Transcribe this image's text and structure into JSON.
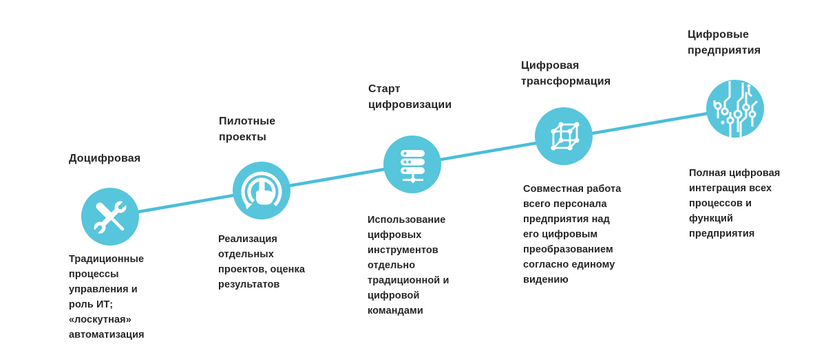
{
  "diagram_name": "digital-transformation-stages",
  "colors": {
    "accent_teal": "#57c5db",
    "line_teal": "#49bed7",
    "text": "#262626",
    "icon_white": "#ffffff"
  },
  "stages": [
    {
      "title_lines": [
        "Доцифровая"
      ],
      "icon": "tools-icon",
      "desc_lines": [
        "Традиционные",
        "процессы",
        "управления и",
        "роль ИТ;",
        "«лоскутная»",
        "автоматизация"
      ]
    },
    {
      "title_lines": [
        "Пилотные",
        "проекты"
      ],
      "icon": "tap-gesture-icon",
      "desc_lines": [
        "Реализация",
        "отдельных",
        "проектов, оценка",
        "результатов"
      ]
    },
    {
      "title_lines": [
        "Старт",
        "цифровизации"
      ],
      "icon": "server-icon",
      "desc_lines": [
        "Использование",
        "цифровых",
        "инструментов",
        "отдельно",
        "традиционной и",
        "цифровой",
        "командами"
      ]
    },
    {
      "title_lines": [
        "Цифровая",
        "трансформация"
      ],
      "icon": "cube-icon",
      "desc_lines": [
        "Совместная работа",
        "всего персонала",
        "предприятия над",
        "его цифровым",
        "преобразованием",
        "согласно единому",
        "видению"
      ]
    },
    {
      "title_lines": [
        "Цифровые",
        "предприятия"
      ],
      "icon": "circuit-icon",
      "desc_lines": [
        "Полная цифровая",
        "интеграция всех",
        "процессов и",
        "функций",
        "предприятия"
      ]
    }
  ]
}
